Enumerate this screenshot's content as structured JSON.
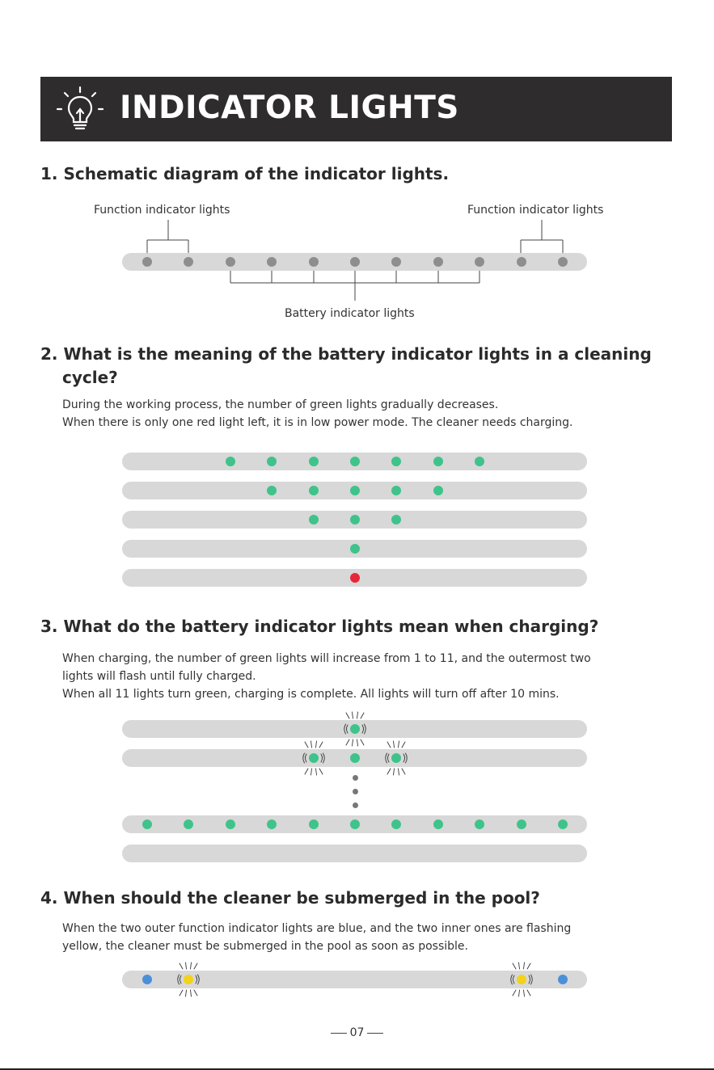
{
  "header": {
    "title": "INDICATOR LIGHTS",
    "icon": "lightbulb-icon"
  },
  "colors": {
    "grey": "#8e8e8e",
    "green": "#3fc38b",
    "red": "#e8263a",
    "blue": "#4a90d9",
    "yellow": "#f2d21b",
    "bar": "#d8d8d8"
  },
  "sections": [
    {
      "heading": "1. Schematic diagram of the indicator lights.",
      "labels": {
        "function_left": "Function indicator lights",
        "function_right": "Function indicator lights",
        "battery": "Battery indicator lights"
      }
    },
    {
      "heading_line1": "2. What is the meaning of the battery indicator lights in a cleaning",
      "heading_line2": "cycle?",
      "lines": [
        "During the working process, the number of green lights gradually decreases.",
        "When there is only one red light left, it is in low power mode. The cleaner needs charging."
      ]
    },
    {
      "heading": "3. What do the battery indicator lights mean when charging?",
      "lines": [
        "When charging, the number of green lights will increase from 1 to 11, and the outermost two",
        "lights will flash until fully charged.",
        "When all 11 lights turn green, charging is complete. All lights will turn off after 10 mins."
      ]
    },
    {
      "heading": "4. When should the cleaner be submerged in the pool?",
      "lines": [
        "When the two outer function indicator lights are blue, and the two inner ones are flashing",
        "yellow, the cleaner must be submerged in the pool as soon as possible."
      ]
    }
  ],
  "diagrams": {
    "schematic": {
      "lights": [
        "grey",
        "grey",
        "grey",
        "grey",
        "grey",
        "grey",
        "grey",
        "grey",
        "grey",
        "grey",
        "grey"
      ]
    },
    "cleaning_cycle": [
      {
        "lights": [
          null,
          null,
          "green",
          "green",
          "green",
          "green",
          "green",
          "green",
          "green",
          null,
          null
        ]
      },
      {
        "lights": [
          null,
          null,
          null,
          "green",
          "green",
          "green",
          "green",
          "green",
          null,
          null,
          null
        ]
      },
      {
        "lights": [
          null,
          null,
          null,
          null,
          "green",
          "green",
          "green",
          null,
          null,
          null,
          null
        ]
      },
      {
        "lights": [
          null,
          null,
          null,
          null,
          null,
          "green",
          null,
          null,
          null,
          null,
          null
        ]
      },
      {
        "lights": [
          null,
          null,
          null,
          null,
          null,
          "red",
          null,
          null,
          null,
          null,
          null
        ]
      }
    ],
    "charging": [
      {
        "lights": [
          null,
          null,
          null,
          null,
          null,
          "green",
          null,
          null,
          null,
          null,
          null
        ],
        "flashing": [
          5
        ]
      },
      {
        "lights": [
          null,
          null,
          null,
          null,
          "green",
          "green",
          "green",
          null,
          null,
          null,
          null
        ],
        "flashing": [
          4,
          6
        ]
      },
      {
        "lights": [
          "green",
          "green",
          "green",
          "green",
          "green",
          "green",
          "green",
          "green",
          "green",
          "green",
          "green"
        ],
        "flashing": []
      },
      {
        "lights": [
          null,
          null,
          null,
          null,
          null,
          null,
          null,
          null,
          null,
          null,
          null
        ],
        "flashing": []
      }
    ],
    "submerge": {
      "lights": [
        "blue",
        "yellow",
        null,
        null,
        null,
        null,
        null,
        null,
        null,
        "yellow",
        "blue"
      ],
      "flashing": [
        1,
        9
      ]
    }
  },
  "footer": {
    "page_number": "07"
  }
}
